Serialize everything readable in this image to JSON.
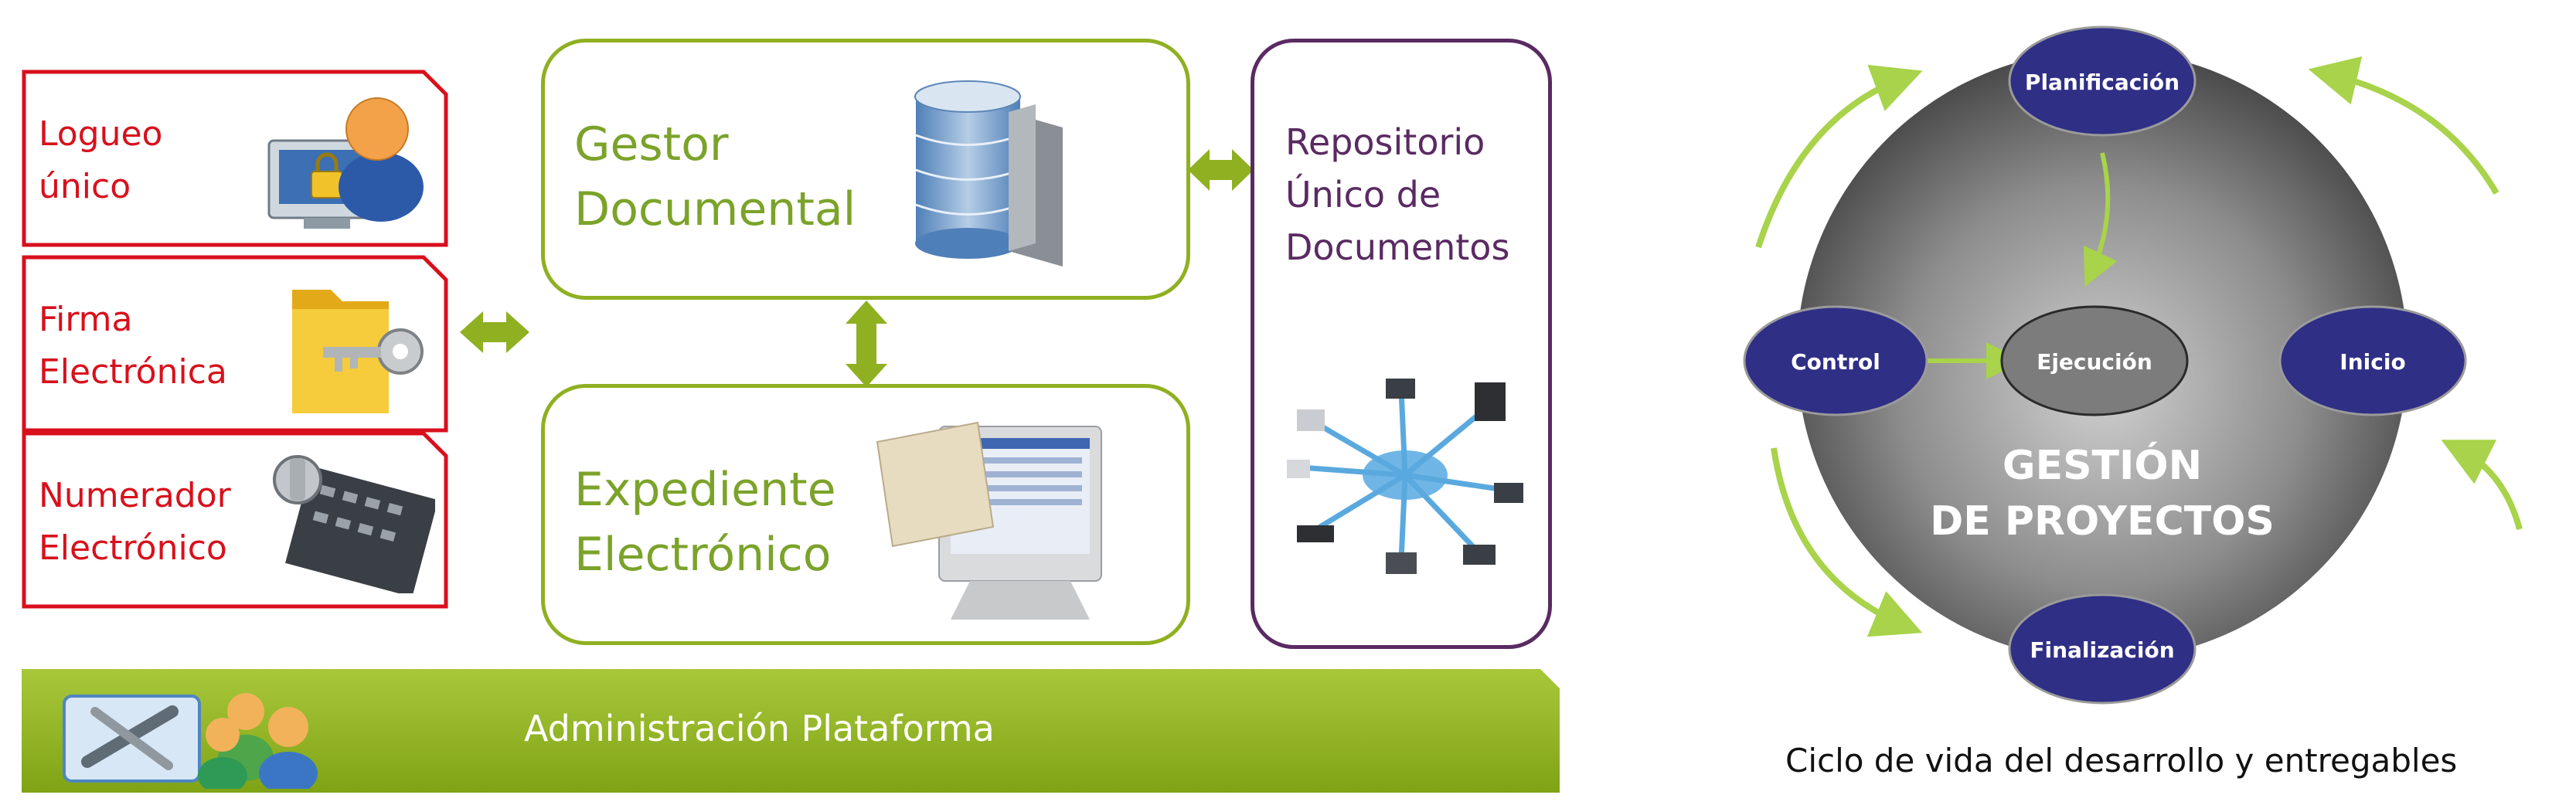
{
  "left_diagram": {
    "modules": [
      {
        "label_line1": "Logueo",
        "label_line2": "único",
        "icon": "user-lock-icon"
      },
      {
        "label_line1": "Firma",
        "label_line2": "Electrónica",
        "icon": "folder-key-icon"
      },
      {
        "label_line1": "Numerador",
        "label_line2": "Electrónico",
        "icon": "stamp-icon"
      }
    ],
    "gestor": {
      "line1": "Gestor",
      "line2": "Documental",
      "icon": "database-icon"
    },
    "expediente": {
      "line1": "Expediente",
      "line2": "Electrónico",
      "icon": "monitor-icon"
    },
    "repositorio": {
      "line1": "Repositorio",
      "line2": "Único de",
      "line3": "Documentos",
      "icon": "network-cloud-icon"
    },
    "admin": {
      "label": "Administración Plataforma",
      "icon": "tools-users-icon"
    },
    "colors": {
      "red": "#d8101c",
      "green": "#8fb021",
      "purple": "#5a2a62"
    }
  },
  "right_diagram": {
    "center_line1": "GESTIÓN",
    "center_line2": "DE PROYECTOS",
    "nodes": {
      "top": "Planificación",
      "left": "Control",
      "middle": "Ejecución",
      "right": "Inicio",
      "bottom": "Finalización"
    },
    "caption": "Ciclo de vida del desarrollo y entregables",
    "colors": {
      "node": "#2f2f86",
      "arrow": "#a8d34a"
    }
  }
}
